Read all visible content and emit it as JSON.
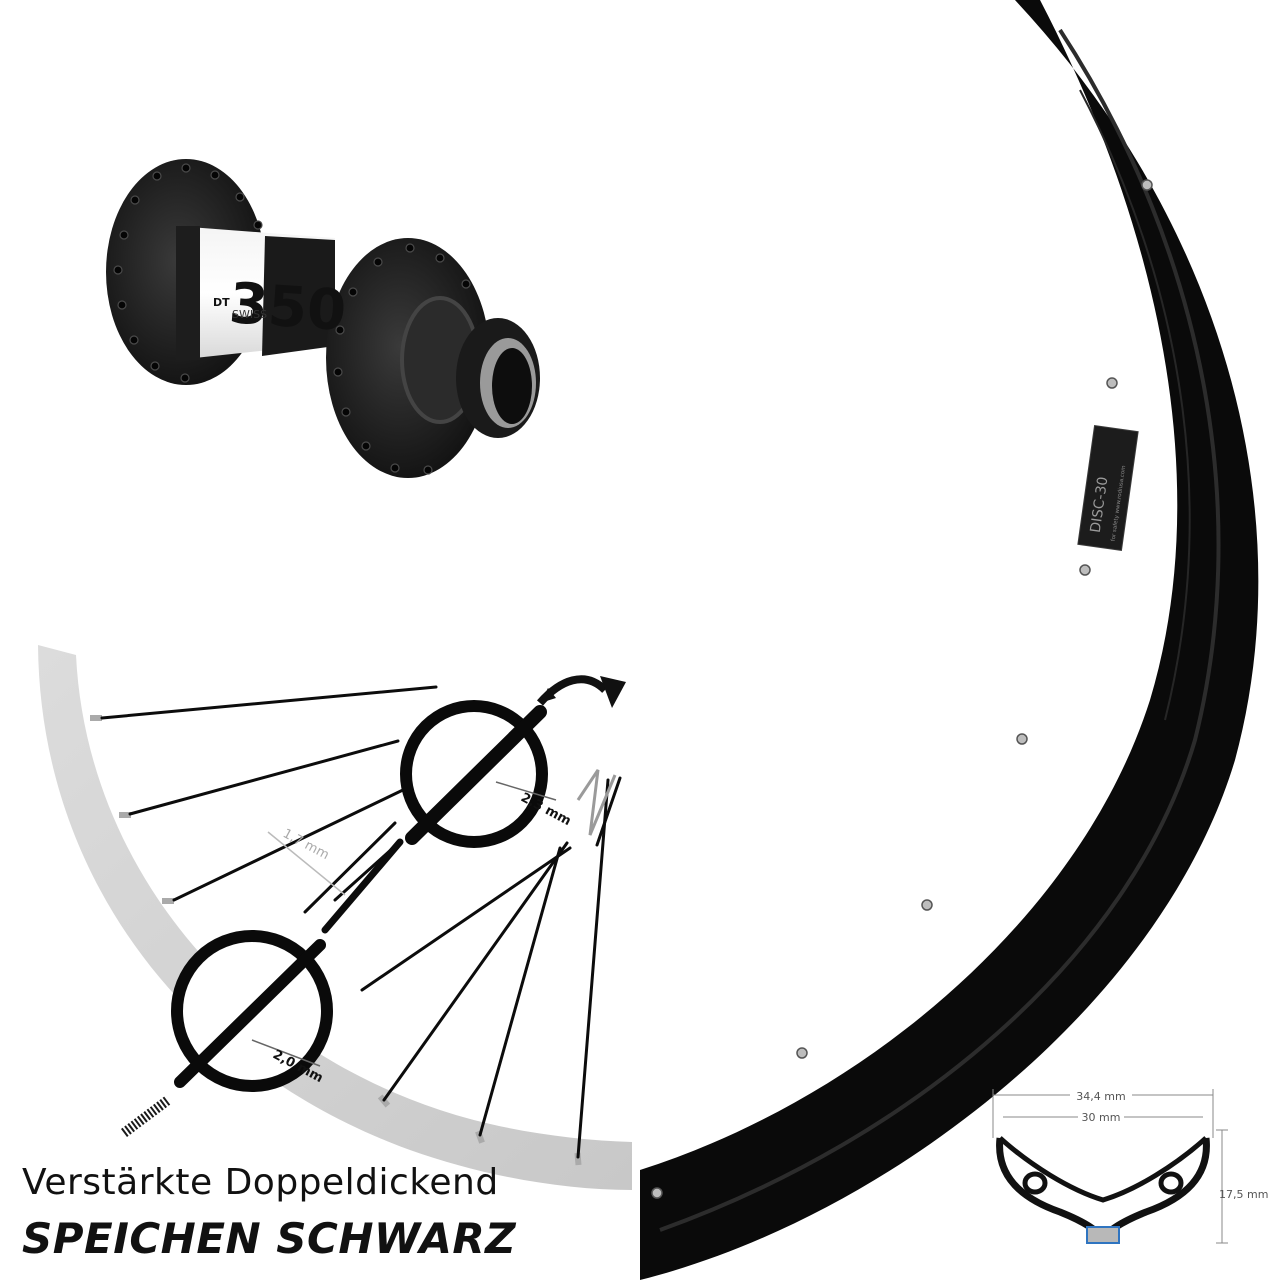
{
  "hub": {
    "model": "350",
    "brand_prefix": "DT",
    "brand_suffix": "SWISS"
  },
  "rim": {
    "model": "DISC-30",
    "fine_print": "for safety www.rodiusa.com"
  },
  "spokes": {
    "dim_top": "2,3 mm",
    "dim_middle": "1,7 mm",
    "dim_bottom": "2,0 mm"
  },
  "profile": {
    "outer_width": "34,4 mm",
    "inner_width": "30 mm",
    "height": "17,5 mm"
  },
  "caption": {
    "line1": "Verstärkte Doppeldickend",
    "line2": "SPEICHEN SCHWARZ"
  }
}
